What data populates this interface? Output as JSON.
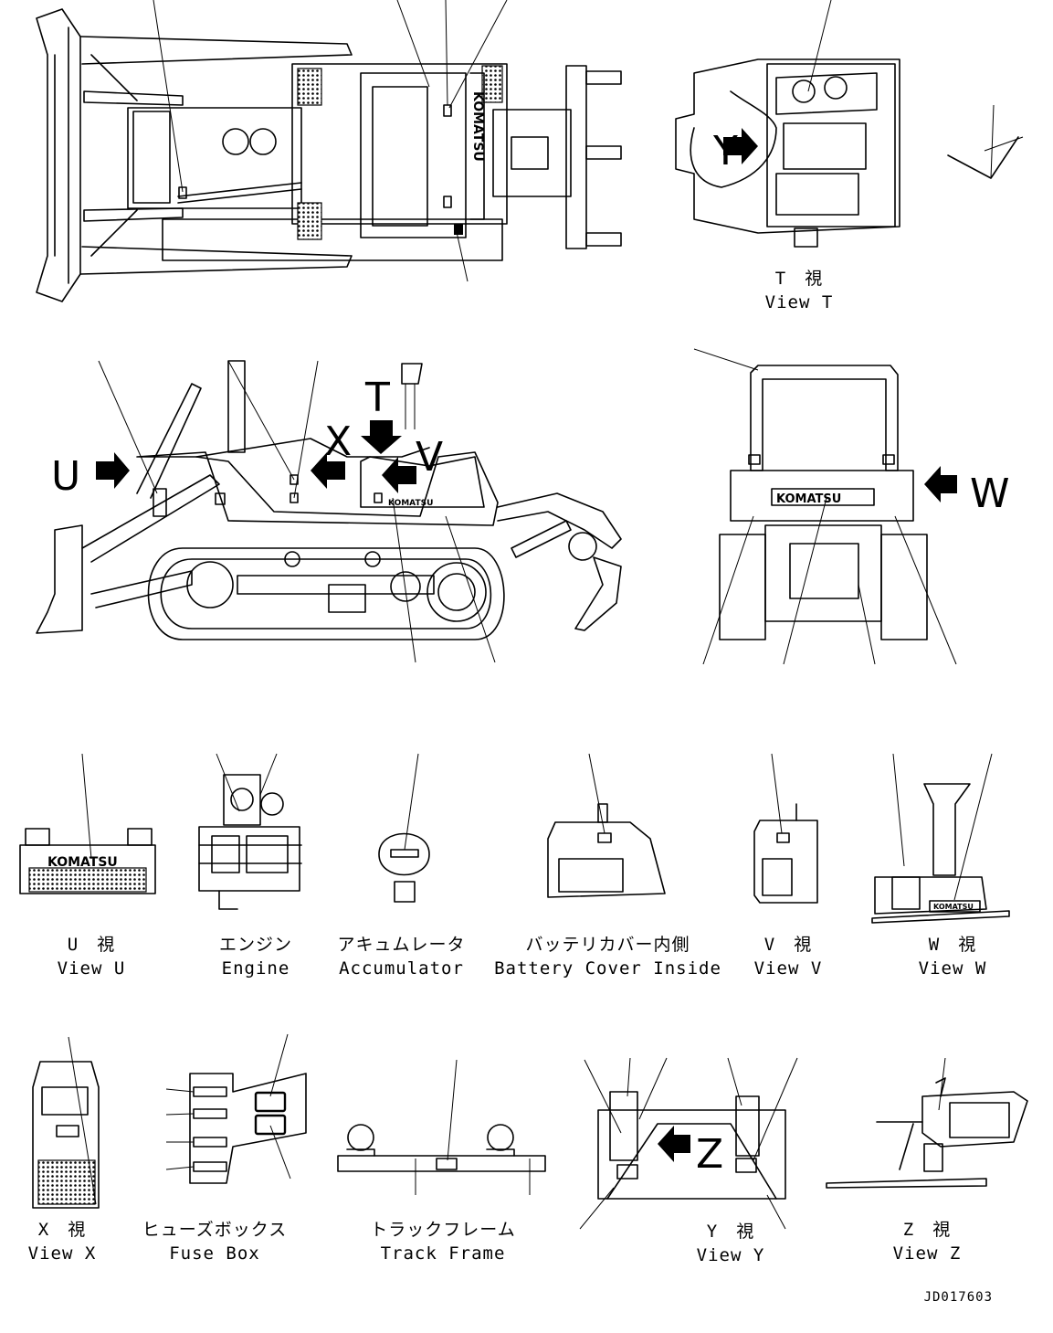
{
  "views": {
    "t": {
      "jp": "T　視",
      "en": "View T"
    },
    "u": {
      "jp": "U　視",
      "en": "View U"
    },
    "engine": {
      "jp": "エンジン",
      "en": "Engine"
    },
    "accumulator": {
      "jp": "アキュムレータ",
      "en": "Accumulator"
    },
    "battery_cover": {
      "jp": "バッテリカバー内側",
      "en": "Battery Cover Inside"
    },
    "v": {
      "jp": "V　視",
      "en": "View V"
    },
    "w": {
      "jp": "W　視",
      "en": "View W"
    },
    "x": {
      "jp": "X　視",
      "en": "View X"
    },
    "fuse_box": {
      "jp": "ヒューズボックス",
      "en": "Fuse Box"
    },
    "track_frame": {
      "jp": "トラックフレーム",
      "en": "Track Frame"
    },
    "y": {
      "jp": "Y　視",
      "en": "View Y"
    },
    "z": {
      "jp": "Z　視",
      "en": "View Z"
    }
  },
  "view_arrows": {
    "t": "T",
    "u": "U",
    "v": "V",
    "w": "W",
    "x": "X",
    "y": "Y",
    "z": "Z"
  },
  "brand_marks": {
    "decal_text": "KOMATSU"
  },
  "document_id": "JD017603"
}
